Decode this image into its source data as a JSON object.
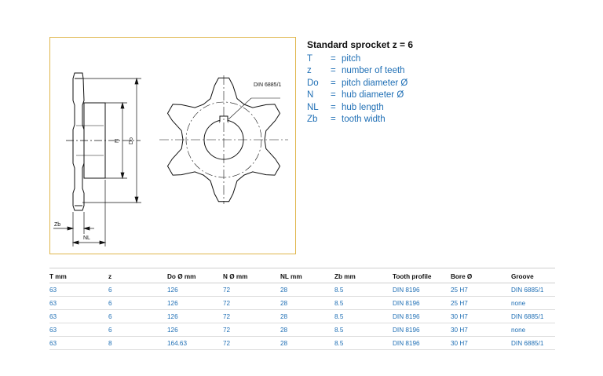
{
  "drawing": {
    "label_din": "DIN 6885/1",
    "label_n": "N",
    "label_do": "Do",
    "label_zb": "Zb",
    "label_nl": "NL"
  },
  "legend": {
    "title": "Standard sprocket z = 6",
    "items": [
      {
        "sym": "T",
        "eq": "=",
        "desc": "pitch"
      },
      {
        "sym": "z",
        "eq": "=",
        "desc": "number of teeth"
      },
      {
        "sym": "Do",
        "eq": "=",
        "desc": "pitch diameter Ø"
      },
      {
        "sym": "N",
        "eq": "=",
        "desc": "hub diameter Ø"
      },
      {
        "sym": "NL",
        "eq": "=",
        "desc": "hub length"
      },
      {
        "sym": "Zb",
        "eq": "=",
        "desc": "tooth width"
      }
    ]
  },
  "table": {
    "headers": [
      "T mm",
      "z",
      "Do Ø mm",
      "N Ø mm",
      "NL mm",
      "Zb mm",
      "Tooth profile",
      "Bore Ø",
      "Groove"
    ],
    "rows": [
      [
        "63",
        "6",
        "126",
        "72",
        "28",
        "8.5",
        "DIN 8196",
        "25 H7",
        "DIN 6885/1"
      ],
      [
        "63",
        "6",
        "126",
        "72",
        "28",
        "8.5",
        "DIN 8196",
        "25 H7",
        "none"
      ],
      [
        "63",
        "6",
        "126",
        "72",
        "28",
        "8.5",
        "DIN 8196",
        "30 H7",
        "DIN 6885/1"
      ],
      [
        "63",
        "6",
        "126",
        "72",
        "28",
        "8.5",
        "DIN 8196",
        "30 H7",
        "none"
      ],
      [
        "63",
        "8",
        "164.63",
        "72",
        "28",
        "8.5",
        "DIN 8196",
        "30 H7",
        "DIN 6885/1"
      ]
    ]
  }
}
